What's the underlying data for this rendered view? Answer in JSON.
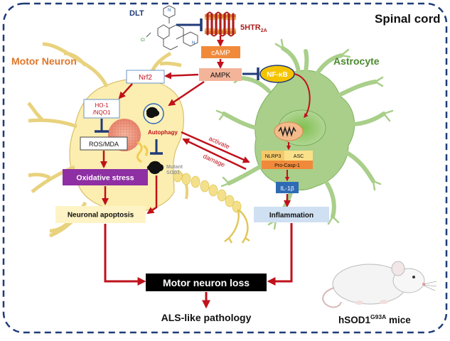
{
  "region_title": "Spinal cord",
  "drug": "DLT",
  "receptor_main": "5HTR",
  "receptor_sub": "2A",
  "camp": "cAMP",
  "ampk": "AMPK",
  "nfkb": "NF-κB",
  "nrf2": "Nrf2",
  "ho1_line1": "HO-1",
  "ho1_line2": "/NQO1",
  "ros": "ROS/MDA",
  "oxidative": "Oxidative stress",
  "apoptosis": "Neuronal apoptosis",
  "autophagy": "Autophagy",
  "mutant_line1": "Mutant",
  "mutant_line2": "SOD1",
  "activate": "activate",
  "damage": "damage",
  "nlrp3": "NLRP3",
  "asc": "ASC",
  "procasp": "Pro-Casp-1",
  "il1b": "IL-1β",
  "inflammation": "Inflammation",
  "motor_neuron": "Motor Neuron",
  "astrocyte": "Astrocyte",
  "motor_loss": "Motor neuron loss",
  "als": "ALS-like pathology",
  "mice_main": "hSOD1",
  "mice_sup": "G93A",
  "mice_tail": " mice",
  "colors": {
    "border": "#1f3b78",
    "arrow": "#c0111b",
    "inhibit": "#1f3b78",
    "neuron": "#fbeeb0",
    "astro": "#a9cf8a",
    "oxidative": "#8e2fa4",
    "camp": "#f08a3a",
    "ampk": "#f3b49a",
    "nfkb": "#f5c400",
    "il1b": "#2f6bb5",
    "inflam": "#cfe0f2",
    "motor_label": "#e0762a",
    "astro_label": "#4a8a2e",
    "receptor": "#ad1e1e"
  }
}
